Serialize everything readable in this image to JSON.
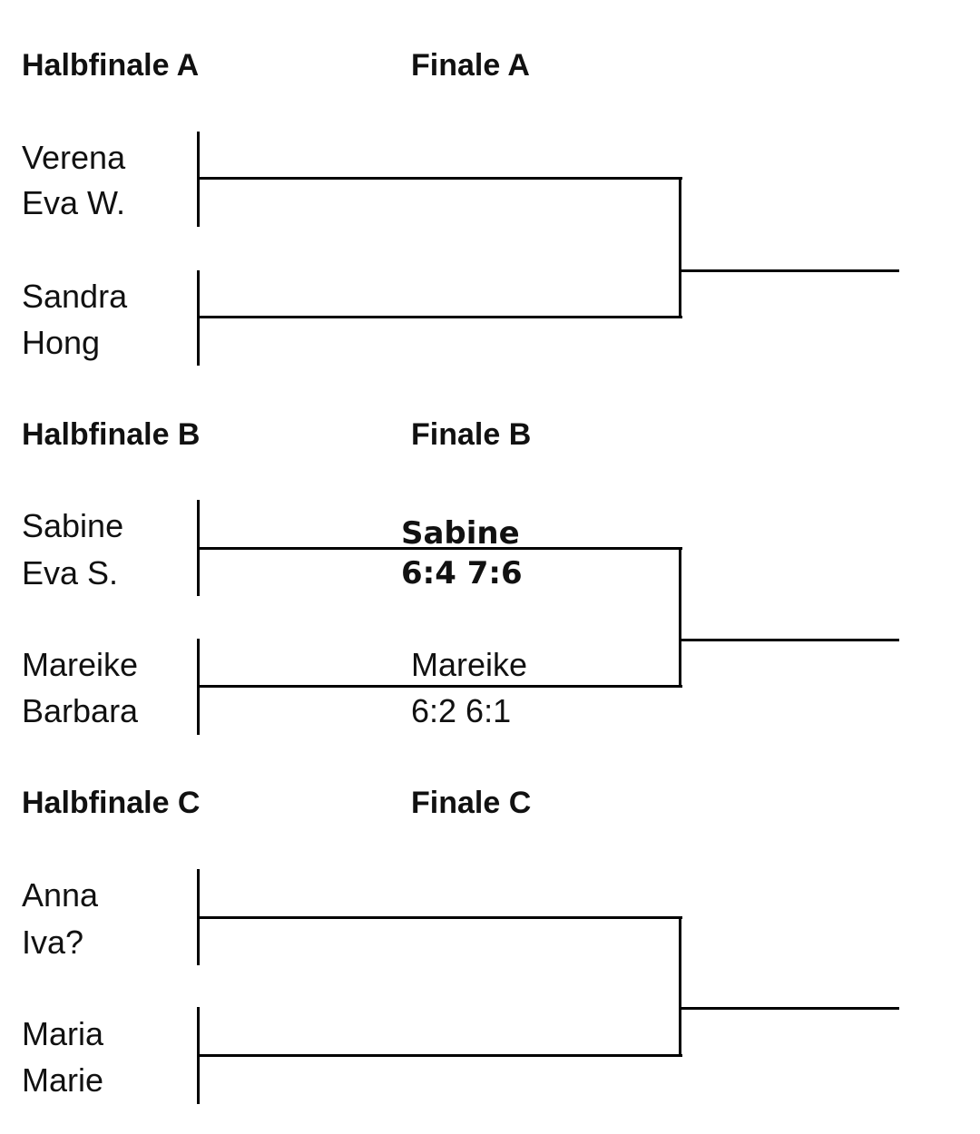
{
  "sections": [
    {
      "semifinal_heading": "Halbfinale A",
      "final_heading": "Finale A",
      "match1": {
        "player1": "Verena",
        "player2": "Eva W.",
        "result_winner": "",
        "result_score": ""
      },
      "match2": {
        "player1": "Sandra",
        "player2": "Hong",
        "result_winner": "",
        "result_score": ""
      }
    },
    {
      "semifinal_heading": "Halbfinale B",
      "final_heading": "Finale B",
      "match1": {
        "player1": "Sabine",
        "player2": "Eva S.",
        "result_winner": "Sabine",
        "result_score": "6:4 7:6"
      },
      "match2": {
        "player1": "Mareike",
        "player2": "Barbara",
        "result_winner": "Mareike",
        "result_score": "6:2 6:1"
      }
    },
    {
      "semifinal_heading": "Halbfinale C",
      "final_heading": "Finale C",
      "match1": {
        "player1": "Anna",
        "player2": "Iva?",
        "result_winner": "",
        "result_score": ""
      },
      "match2": {
        "player1": "Maria",
        "player2": "Marie",
        "result_winner": "",
        "result_score": ""
      }
    }
  ]
}
